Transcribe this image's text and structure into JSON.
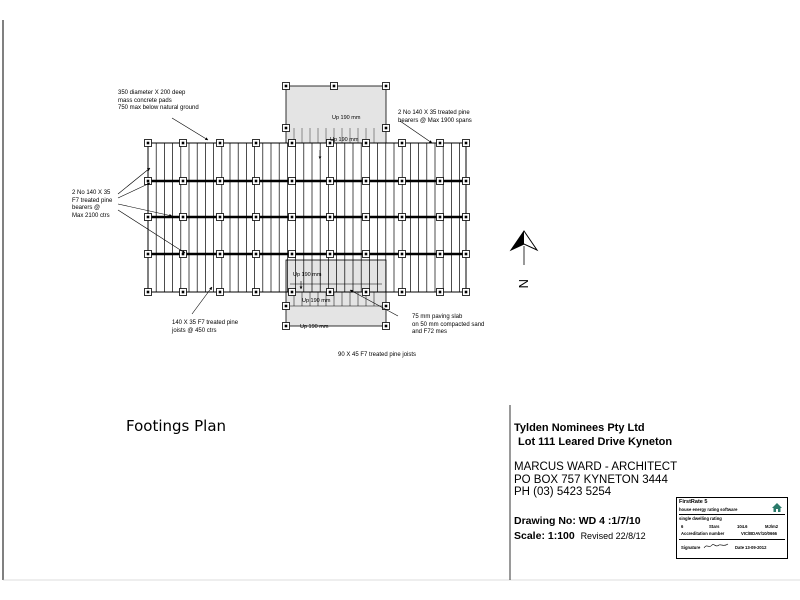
{
  "plan": {
    "title": "Footings Plan",
    "levels": {
      "top_step_1": "Up 190 mm",
      "top_step_2": "Up 190 mm",
      "bottom_step_1": "Up 190 mm",
      "bottom_step_2": "Up 190 mm",
      "bottom_step_3": "Up 190 mm"
    },
    "notes": {
      "pads": [
        "350 diameter X 200 deep",
        "mass concrete pads",
        "750 max below natural ground"
      ],
      "bearers_right": [
        "2 No 140 X 35 treated pine",
        "bearers @ Max 1900 spans"
      ],
      "bearers_left": [
        "2 No 140 X 35",
        "F7 treated pine",
        "bearers @",
        "Max 2100 ctrs"
      ],
      "joists": [
        "140 X 35 F7 treated pine",
        "joists @ 450 ctrs"
      ],
      "paving": [
        "75 mm paving slab",
        "on 50 mm compacted sand",
        "and F72 mes"
      ],
      "small_joists": "90 X 45 F7 treated pine joists"
    },
    "north": "N"
  },
  "title_block": {
    "client": "Tylden Nominees Pty Ltd",
    "address": "Lot 111 Leared Drive Kyneton",
    "architect": "MARCUS WARD - ARCHITECT",
    "po_box": "PO BOX 757 KYNETON  3444",
    "phone": "PH (03) 5423 5254",
    "drawing_no": "Drawing No: WD 4 :1/7/10",
    "scale": "Scale: 1:100",
    "revised": "Revised 22/8/12"
  },
  "firstrate": {
    "title": "FirstRate 5",
    "subtitle": "house energy rating software",
    "rating_label": "single dwelling rating",
    "stars_value": "6",
    "stars_label": "Stars",
    "energy_value": "104.6",
    "energy_unit": "MJ/m2",
    "accreditation_label": "Accreditation number",
    "accreditation_value": "VIC/BDAV/10/0666",
    "signature_label": "Signature",
    "date_label": "Date",
    "date_value": "13-09-2012"
  }
}
